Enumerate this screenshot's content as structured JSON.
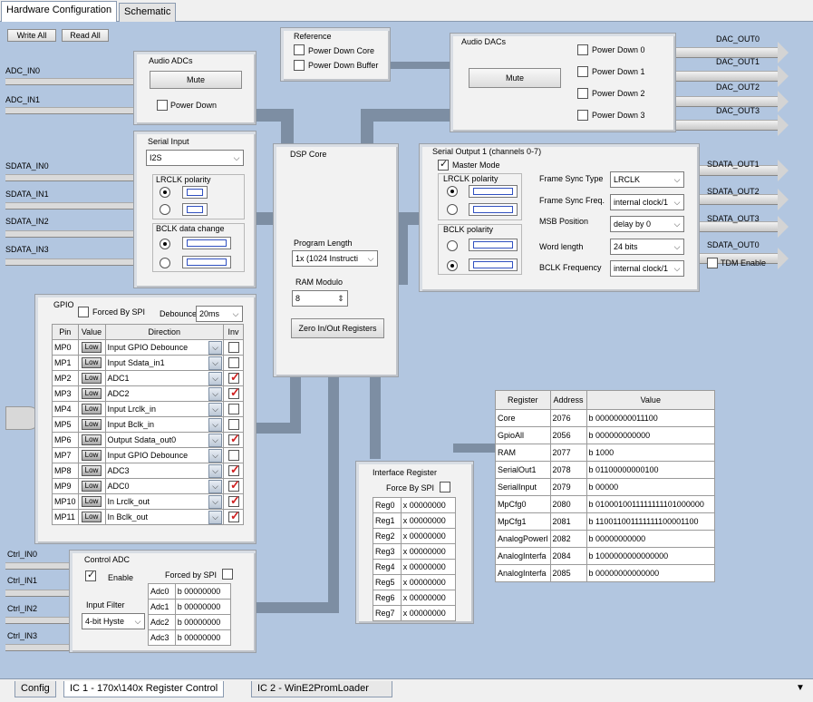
{
  "tabs": {
    "hardware": "Hardware Configuration",
    "schematic": "Schematic"
  },
  "toolbar": {
    "write_all": "Write All",
    "read_all": "Read All"
  },
  "inputs": {
    "adc0": "ADC_IN0",
    "adc1": "ADC_IN1",
    "sdata0": "SDATA_IN0",
    "sdata1": "SDATA_IN1",
    "sdata2": "SDATA_IN2",
    "sdata3": "SDATA_IN3",
    "ctrl0": "Ctrl_IN0",
    "ctrl1": "Ctrl_IN1",
    "ctrl2": "Ctrl_IN2",
    "ctrl3": "Ctrl_IN3"
  },
  "outputs": {
    "dac0": "DAC_OUT0",
    "dac1": "DAC_OUT1",
    "dac2": "DAC_OUT2",
    "dac3": "DAC_OUT3",
    "sout1": "SDATA_OUT1",
    "sout2": "SDATA_OUT2",
    "sout3": "SDATA_OUT3",
    "sout0": "SDATA_OUT0",
    "tdm": "TDM Enable"
  },
  "audio_adcs": {
    "title": "Audio ADCs",
    "mute": "Mute",
    "power_down": "Power Down"
  },
  "reference": {
    "title": "Reference",
    "pd_core": "Power Down Core",
    "pd_buffer": "Power Down Buffer"
  },
  "audio_dacs": {
    "title": "Audio DACs",
    "mute": "Mute",
    "pd0": "Power Down 0",
    "pd1": "Power Down 1",
    "pd2": "Power Down 2",
    "pd3": "Power Down 3"
  },
  "serial_input": {
    "title": "Serial Input",
    "format": "I2S",
    "lrclk": "LRCLK polarity",
    "bclk": "BCLK data change"
  },
  "dsp": {
    "title": "DSP Core",
    "prog_len_label": "Program Length",
    "prog_len": "1x (1024 Instructi",
    "ram_mod_label": "RAM Modulo",
    "ram_mod": "8",
    "zero_btn": "Zero In/Out Registers"
  },
  "serial_output": {
    "title": "Serial Output 1 (channels 0-7)",
    "master": "Master Mode",
    "lrclk": "LRCLK polarity",
    "bclk": "BCLK polarity",
    "rows": [
      {
        "label": "Frame Sync Type",
        "value": "LRCLK"
      },
      {
        "label": "Frame Sync Freq.",
        "value": "internal clock/1"
      },
      {
        "label": "MSB Position",
        "value": "delay by 0"
      },
      {
        "label": "Word length",
        "value": "24 bits"
      },
      {
        "label": "BCLK Frequency",
        "value": "internal clock/1"
      }
    ]
  },
  "gpio": {
    "title": "GPIO",
    "forced": "Forced By SPI",
    "debounce_label": "Debounce",
    "debounce": "20ms",
    "headers": [
      "Pin",
      "Value",
      "Direction",
      "Inv"
    ],
    "rows": [
      {
        "pin": "MP0",
        "value": "Low",
        "dir": "Input  GPIO Debounce",
        "inv": false
      },
      {
        "pin": "MP1",
        "value": "Low",
        "dir": "Input  Sdata_in1",
        "inv": false
      },
      {
        "pin": "MP2",
        "value": "Low",
        "dir": "ADC1",
        "inv": true
      },
      {
        "pin": "MP3",
        "value": "Low",
        "dir": "ADC2",
        "inv": true
      },
      {
        "pin": "MP4",
        "value": "Low",
        "dir": "Input  Lrclk_in",
        "inv": false
      },
      {
        "pin": "MP5",
        "value": "Low",
        "dir": "Input  Bclk_in",
        "inv": false
      },
      {
        "pin": "MP6",
        "value": "Low",
        "dir": "Output  Sdata_out0",
        "inv": true
      },
      {
        "pin": "MP7",
        "value": "Low",
        "dir": "Input  GPIO Debounce",
        "inv": false
      },
      {
        "pin": "MP8",
        "value": "Low",
        "dir": "ADC3",
        "inv": true
      },
      {
        "pin": "MP9",
        "value": "Low",
        "dir": "ADC0",
        "inv": true
      },
      {
        "pin": "MP10",
        "value": "Low",
        "dir": "In Lrclk_out",
        "inv": true
      },
      {
        "pin": "MP11",
        "value": "Low",
        "dir": "In Bclk_out",
        "inv": true
      }
    ]
  },
  "control_adc": {
    "title": "Control ADC",
    "enable": "Enable",
    "forced": "Forced by SPI",
    "filter_label": "Input Filter",
    "filter": "4-bit Hyste",
    "rows": [
      {
        "name": "Adc0",
        "value": "b 00000000"
      },
      {
        "name": "Adc1",
        "value": "b 00000000"
      },
      {
        "name": "Adc2",
        "value": "b 00000000"
      },
      {
        "name": "Adc3",
        "value": "b 00000000"
      }
    ]
  },
  "interface": {
    "title": "Interface Register",
    "force": "Force By SPI",
    "rows": [
      {
        "name": "Reg0",
        "value": "x 00000000"
      },
      {
        "name": "Reg1",
        "value": "x 00000000"
      },
      {
        "name": "Reg2",
        "value": "x 00000000"
      },
      {
        "name": "Reg3",
        "value": "x 00000000"
      },
      {
        "name": "Reg4",
        "value": "x 00000000"
      },
      {
        "name": "Reg5",
        "value": "x 00000000"
      },
      {
        "name": "Reg6",
        "value": "x 00000000"
      },
      {
        "name": "Reg7",
        "value": "x 00000000"
      }
    ]
  },
  "registers": {
    "headers": [
      "Register",
      "Address",
      "Value"
    ],
    "rows": [
      {
        "name": "Core",
        "addr": "2076",
        "value": "b 00000000011100"
      },
      {
        "name": "GpioAll",
        "addr": "2056",
        "value": "b 000000000000"
      },
      {
        "name": "RAM",
        "addr": "2077",
        "value": "b 1000"
      },
      {
        "name": "SerialOut1",
        "addr": "2078",
        "value": "b 01100000000100"
      },
      {
        "name": "SerialInput",
        "addr": "2079",
        "value": "b 00000"
      },
      {
        "name": "MpCfg0",
        "addr": "2080",
        "value": "b 0100010011111111101000000"
      },
      {
        "name": "MpCfg1",
        "addr": "2081",
        "value": "b 110011001111111100001100"
      },
      {
        "name": "AnalogPowerl",
        "addr": "2082",
        "value": "b 00000000000"
      },
      {
        "name": "AnalogInterfa",
        "addr": "2084",
        "value": "b 1000000000000000"
      },
      {
        "name": "AnalogInterfa",
        "addr": "2085",
        "value": "b 00000000000000"
      }
    ]
  },
  "bottom_tabs": {
    "config": "Config",
    "ic1": "IC 1 - 170x\\140x Register Control",
    "ic2": "IC 2 - WinE2PromLoader"
  }
}
